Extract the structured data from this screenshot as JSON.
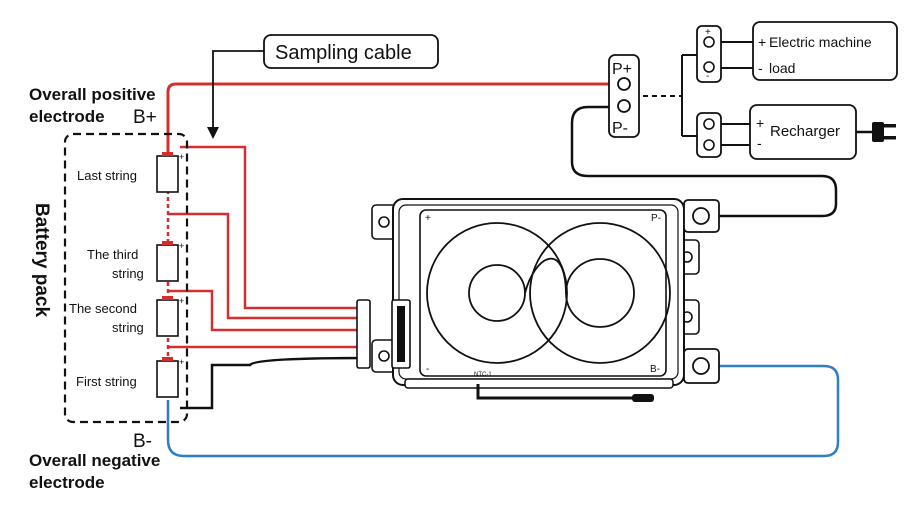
{
  "labels": {
    "sampling_cable": "Sampling cable",
    "overall_positive_line1": "Overall positive",
    "overall_positive_line2": "electrode",
    "b_plus": "B+",
    "b_minus": "B-",
    "overall_negative_line1": "Overall negative",
    "overall_negative_line2": "electrode",
    "battery_pack": "Battery pack",
    "last_string": "Last string",
    "third_string_line1": "The third",
    "third_string_line2": "string",
    "second_string_line1": "The second",
    "second_string_line2": "string",
    "first_string": "First string",
    "p_plus": "P+",
    "p_minus": "P-",
    "electric_machine": "Electric machine",
    "load": "load",
    "recharger": "Recharger",
    "bms_plus": "+",
    "bms_p_minus": "P-",
    "bms_minus": "-",
    "bms_b_minus": "B-",
    "ntc": "NTC-1",
    "plus_sign": "+",
    "minus_sign": "-"
  },
  "colors": {
    "positive_wire": "#d32f2f",
    "negative_wire": "#2f7fc8",
    "black_wire": "#111111"
  }
}
